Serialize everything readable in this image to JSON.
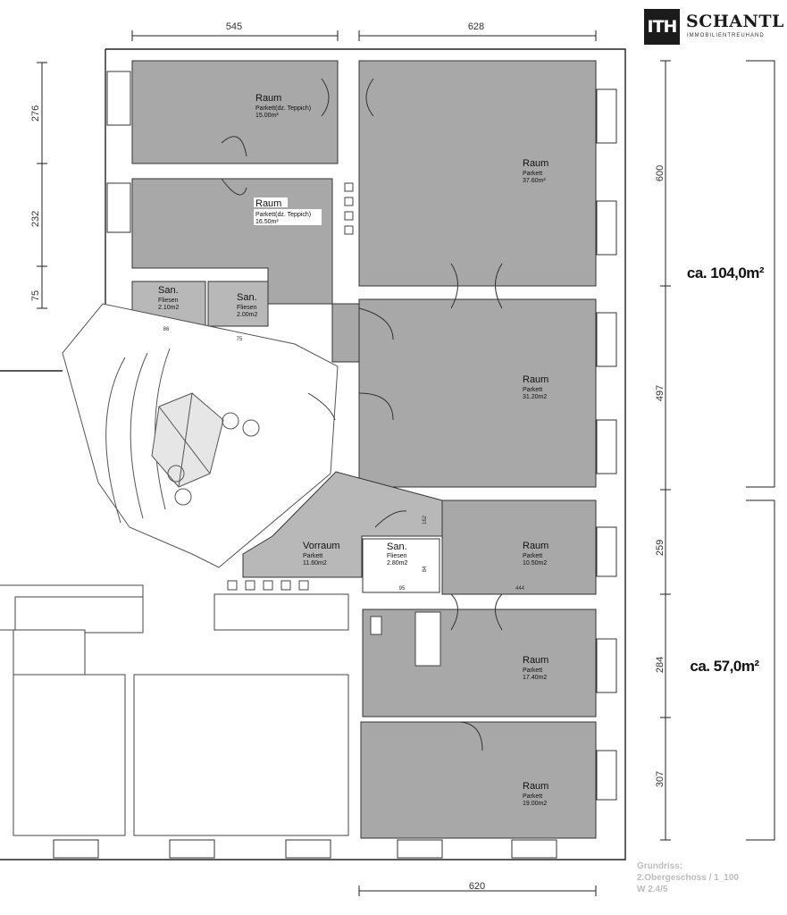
{
  "logo": {
    "mark": "ITH",
    "name": "SCHANTL",
    "tagline": "IMMOBILIENTREUHAND"
  },
  "dimensions": {
    "top": [
      "545",
      "628"
    ],
    "bottom": "620",
    "left": [
      "276",
      "232",
      "75"
    ],
    "right": [
      "600",
      "497",
      "259",
      "284",
      "307"
    ],
    "inner": [
      "86",
      "75",
      "162",
      "95",
      "84",
      "444"
    ]
  },
  "areas": {
    "upper": "ca. 104,0m²",
    "lower": "ca. 57,0m²"
  },
  "rooms": [
    {
      "name": "Raum",
      "floor": "Parkett(dz. Teppich)",
      "size": "15.00m²"
    },
    {
      "name": "Raum",
      "floor": "Parkett(dz. Teppich)",
      "size": "16.50m²"
    },
    {
      "name": "San.",
      "floor": "Fliesen",
      "size": "2.10m2"
    },
    {
      "name": "San.",
      "floor": "Fliesen",
      "size": "2.00m2"
    },
    {
      "name": "Raum",
      "floor": "Parkett",
      "size": "37.60m²"
    },
    {
      "name": "Raum",
      "floor": "Parkett",
      "size": "31.20m2"
    },
    {
      "name": "Raum",
      "floor": "Parkett",
      "size": "10.50m2"
    },
    {
      "name": "Vorraum",
      "floor": "Parkett",
      "size": "11.60m2"
    },
    {
      "name": "San.",
      "floor": "Fliesen",
      "size": "2.80m2"
    },
    {
      "name": "Raum",
      "floor": "Parkett",
      "size": "17.40m2"
    },
    {
      "name": "Raum",
      "floor": "Parkett",
      "size": "19.00m2"
    }
  ],
  "caption": {
    "line1": "Grundriss:",
    "line2": "2.Obergeschoss  / 1_100",
    "line3": "W 2.4/5"
  }
}
